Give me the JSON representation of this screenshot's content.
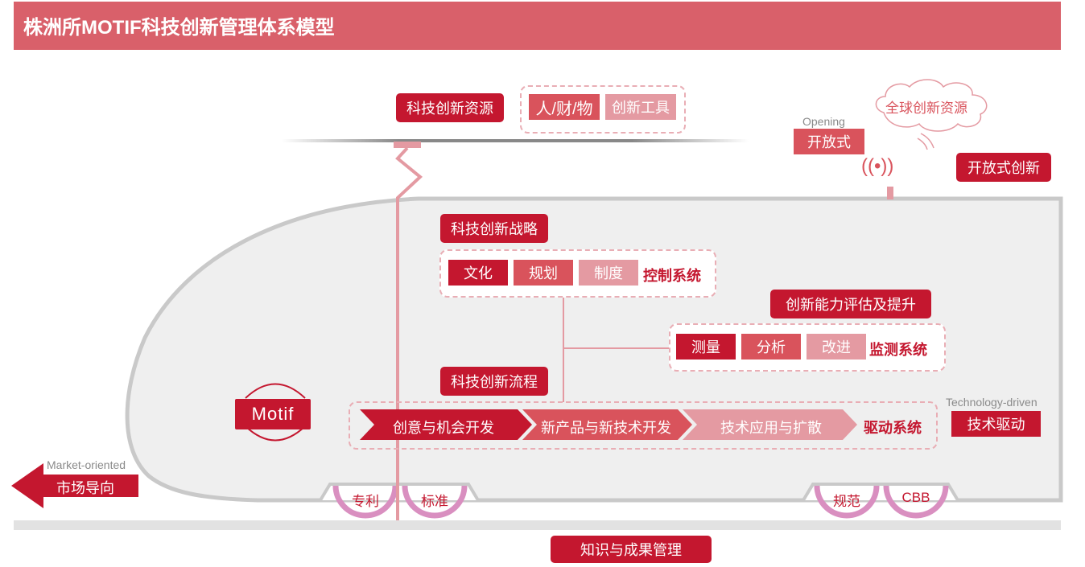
{
  "title": "株洲所MOTIF科技创新管理体系模型",
  "resources": {
    "label": "科技创新资源",
    "items": [
      "人/财/物",
      "创新工具"
    ]
  },
  "open": {
    "cloud": "全球创新资源",
    "en": "Opening",
    "label": "开放式",
    "badge": "开放式创新"
  },
  "strategy": {
    "label": "科技创新战略",
    "items": [
      "文化",
      "规划",
      "制度"
    ],
    "system": "控制系统"
  },
  "capability": {
    "label": "创新能力评估及提升",
    "items": [
      "测量",
      "分析",
      "改进"
    ],
    "system": "监测系统"
  },
  "process": {
    "label": "科技创新流程",
    "steps": [
      "创意与机会开发",
      "新产品与新技术开发",
      "技术应用与扩散"
    ],
    "system": "驱动系统"
  },
  "motif": "Motif",
  "tech": {
    "en": "Technology-driven",
    "label": "技术驱动"
  },
  "market": {
    "en": "Market-oriented",
    "label": "市场导向"
  },
  "wheels": [
    "专利",
    "标准",
    "规范",
    "CBB"
  ],
  "knowledge": "知识与成果管理",
  "colors": {
    "red": "#c4172f",
    "mid": "#d9535c",
    "light": "#e49aa2",
    "title_bg": "#d9606a",
    "wheel": "#d98fc0"
  }
}
